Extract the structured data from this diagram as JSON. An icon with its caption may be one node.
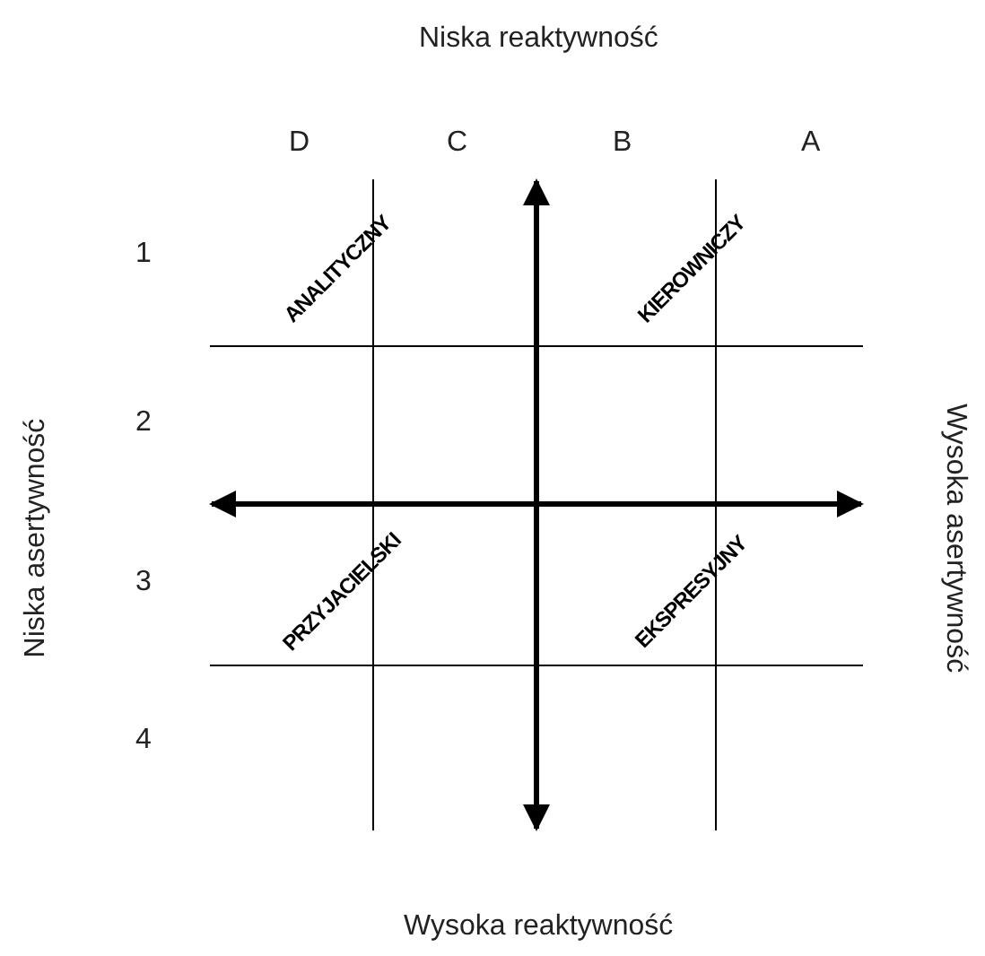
{
  "diagram": {
    "labels": [
      "Niska reaktywność",
      "D",
      "C",
      "B",
      "A",
      "1",
      "Niska asertywność",
      "ANALITYCZNY",
      "KIEROWNICZY",
      "Wysoka asertywność",
      "2",
      "3",
      "PRZYJACIELSKI",
      "EKSPRESYJNY",
      "4",
      "Wysoka reaktywność"
    ]
  }
}
